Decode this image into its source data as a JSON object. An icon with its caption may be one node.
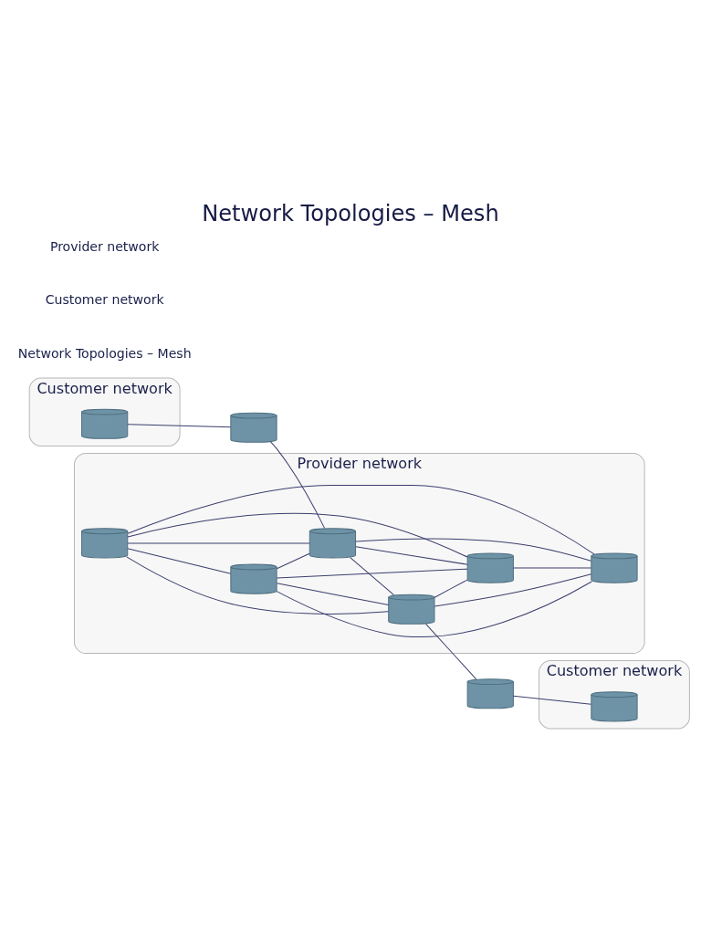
{
  "diagram": {
    "title": "Network Topologies – Mesh",
    "nodes": [
      {
        "text": [
          "Customer network"
        ]
      },
      {
        "text": [],
        "shape": "cylinder",
        "in": 0
      },
      {
        "text": [],
        "shape": "cylinder"
      },
      {
        "text": [
          "Provider network"
        ]
      },
      {
        "text": [],
        "shape": "cylinder",
        "in": 3
      },
      {
        "text": [],
        "shape": "cylinder",
        "in": 3
      },
      {
        "text": [],
        "shape": "cylinder",
        "in": 3
      },
      {
        "text": [],
        "shape": "cylinder",
        "in": 3
      },
      {
        "text": [],
        "shape": "cylinder",
        "in": 3
      },
      {
        "text": [],
        "shape": "cylinder",
        "in": 3
      },
      {
        "text": [],
        "shape": "cylinder"
      },
      {
        "text": [
          "Customer network"
        ]
      },
      {
        "text": [],
        "shape": "cylinder",
        "in": 11
      }
    ],
    "edges": [
      {
        "from": 1,
        "to": 2,
        "arrow": "none"
      },
      {
        "from": 2,
        "to": 6,
        "arrow": "none"
      },
      {
        "from": 4,
        "to": 5,
        "arrow": "none"
      },
      {
        "from": 4,
        "to": 6,
        "arrow": "none"
      },
      {
        "from": 4,
        "to": 7,
        "arrow": "none"
      },
      {
        "from": 4,
        "to": 8,
        "arrow": "none"
      },
      {
        "from": 4,
        "to": 9,
        "arrow": "none"
      },
      {
        "from": 5,
        "to": 6,
        "arrow": "none"
      },
      {
        "from": 5,
        "to": 7,
        "arrow": "none"
      },
      {
        "from": 5,
        "to": 8,
        "arrow": "none"
      },
      {
        "from": 5,
        "to": 9,
        "arrow": "none"
      },
      {
        "from": 6,
        "to": 7,
        "arrow": "none"
      },
      {
        "from": 6,
        "to": 8,
        "arrow": "none"
      },
      {
        "from": 6,
        "to": 9,
        "arrow": "none"
      },
      {
        "from": 7,
        "to": 8,
        "arrow": "none"
      },
      {
        "from": 7,
        "to": 9,
        "arrow": "none"
      },
      {
        "from": 8,
        "to": 9,
        "arrow": "none"
      },
      {
        "from": 7,
        "to": 10,
        "arrow": "none"
      },
      {
        "from": 10,
        "to": 12,
        "arrow": "none"
      }
    ],
    "labels": [
      "Network Topologies – Mesh",
      "Customer network",
      "Provider network"
    ]
  }
}
